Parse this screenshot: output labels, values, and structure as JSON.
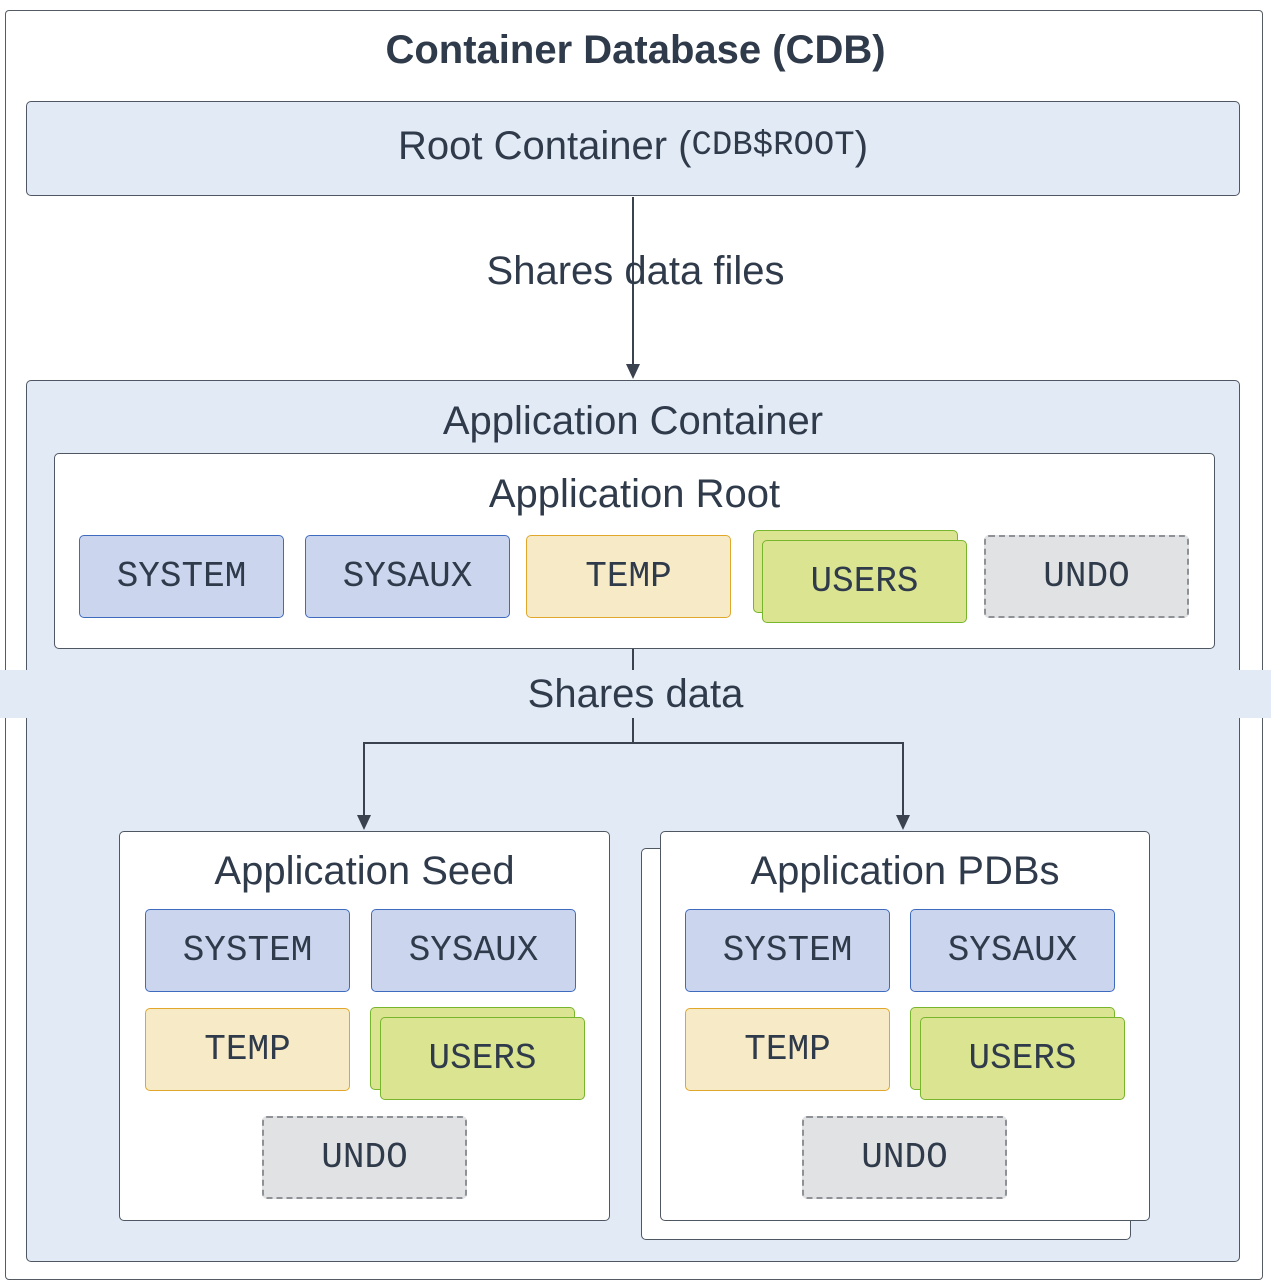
{
  "cdb": {
    "title": "Container Database (CDB)"
  },
  "root": {
    "label": "Root Container (",
    "name": "CDB$ROOT",
    "close": ")"
  },
  "edges": {
    "shares_files": "Shares data files",
    "shares_data": "Shares data"
  },
  "app_container": {
    "label": "Application Container"
  },
  "app_root": {
    "label": "Application Root",
    "tablespaces": [
      "SYSTEM",
      "SYSAUX",
      "TEMP",
      "USERS",
      "UNDO"
    ]
  },
  "app_seed": {
    "label": "Application Seed",
    "tablespaces": [
      "SYSTEM",
      "SYSAUX",
      "TEMP",
      "USERS",
      "UNDO"
    ]
  },
  "app_pdbs": {
    "label": "Application PDBs",
    "tablespaces": [
      "SYSTEM",
      "SYSAUX",
      "TEMP",
      "USERS",
      "UNDO"
    ]
  },
  "colors": {
    "panel_fill": "#e2eaf5",
    "system_fill": "#ccd5ee",
    "system_stroke": "#3f6bbf",
    "temp_fill": "#f7ebc7",
    "temp_stroke": "#e0a72a",
    "users_fill": "#dbe591",
    "users_stroke": "#77b52c",
    "undo_fill": "#e1e2e4",
    "undo_stroke": "#8e9196",
    "edge_color": "#3a4250"
  }
}
